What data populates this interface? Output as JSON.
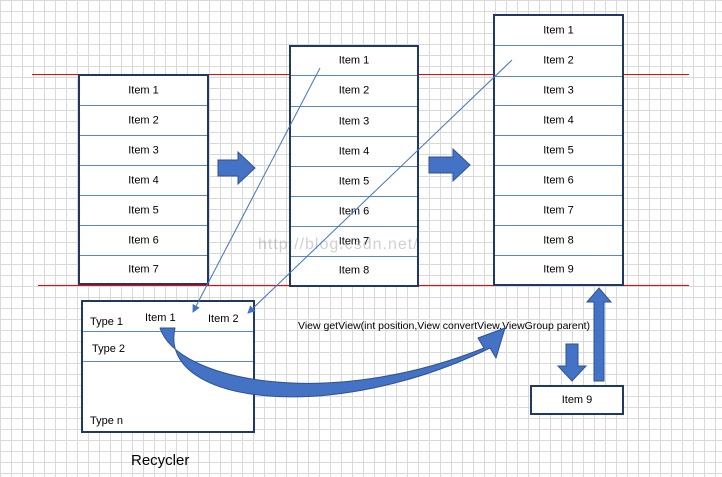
{
  "list_a": [
    "Item 1",
    "Item 2",
    "Item 3",
    "Item 4",
    "Item 5",
    "Item 6",
    "Item 7"
  ],
  "list_b": [
    "Item 1",
    "Item 2",
    "Item 3",
    "Item 4",
    "Item 5",
    "Item 6",
    "Item 7",
    "Item 8"
  ],
  "list_c": [
    "Item 1",
    "Item 2",
    "Item 3",
    "Item 4",
    "Item 5",
    "Item 6",
    "Item 7",
    "Item 8",
    "Item 9"
  ],
  "recycler": {
    "type1": "Type 1",
    "type2": "Type 2",
    "typen": "Type n",
    "item1": "Item 1",
    "item2": "Item 2",
    "caption": "Recycler"
  },
  "new_item": "Item 9",
  "method_signature": "View getView(int position,View convertView,ViewGroup parent)",
  "watermark": "http://blog.csdn.net/",
  "colors": {
    "grid": "#d9d9d9",
    "border": "#1f3864",
    "divider": "#5b87c4",
    "screen_line": "#ff0000",
    "arrow_fill": "#4472c4",
    "arrow_stroke": "#2f528f"
  }
}
